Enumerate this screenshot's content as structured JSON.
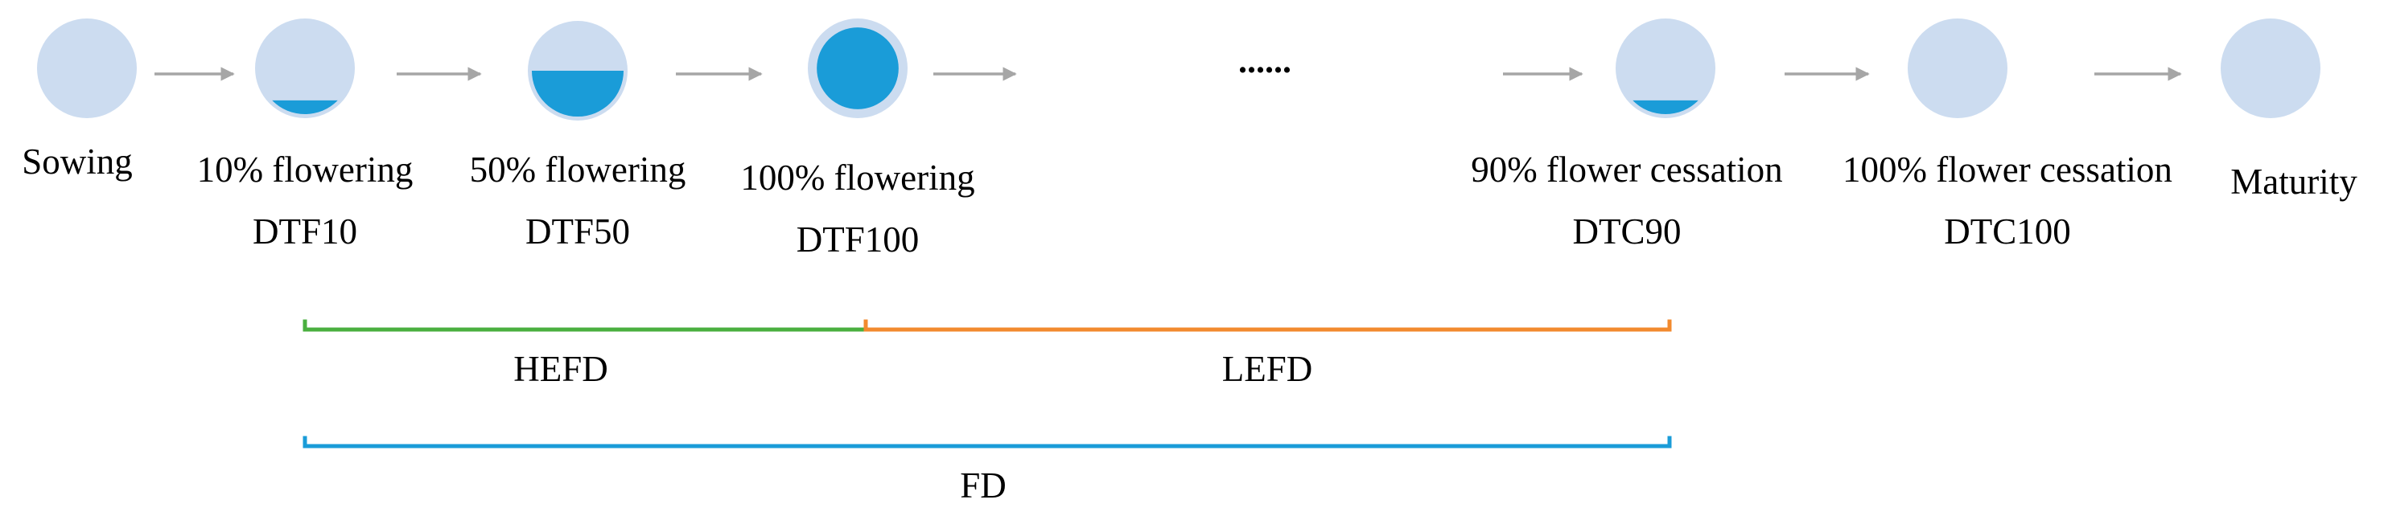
{
  "colors": {
    "circle_light": "#ccdcf0",
    "circle_fill": "#1a9cd8",
    "arrow": "#a6a6a6",
    "hefd_bar": "#4aaf3f",
    "lefd_bar": "#f28a2e",
    "fd_bar": "#1a9cd8"
  },
  "stages": [
    {
      "id": "sowing",
      "label": "Sowing",
      "code": "",
      "fill_fraction": 0
    },
    {
      "id": "flowering-10",
      "label": "10% flowering",
      "code": "DTF10",
      "fill_fraction": 0.15
    },
    {
      "id": "flowering-50",
      "label": "50% flowering",
      "code": "DTF50",
      "fill_fraction": 0.5
    },
    {
      "id": "flowering-100",
      "label": "100% flowering",
      "code": "DTF100",
      "fill_fraction": 1
    },
    {
      "id": "cessation-90",
      "label": "90% flower cessation",
      "code": "DTC90",
      "fill_fraction": 0.15
    },
    {
      "id": "cessation-100",
      "label": "100% flower cessation",
      "code": "DTC100",
      "fill_fraction": 0
    },
    {
      "id": "maturity",
      "label": "Maturity",
      "code": "",
      "fill_fraction": 0
    }
  ],
  "ellipsis": "......",
  "ranges": {
    "hefd": {
      "label": "HEFD"
    },
    "lefd": {
      "label": "LEFD"
    },
    "fd": {
      "label": "FD"
    }
  }
}
